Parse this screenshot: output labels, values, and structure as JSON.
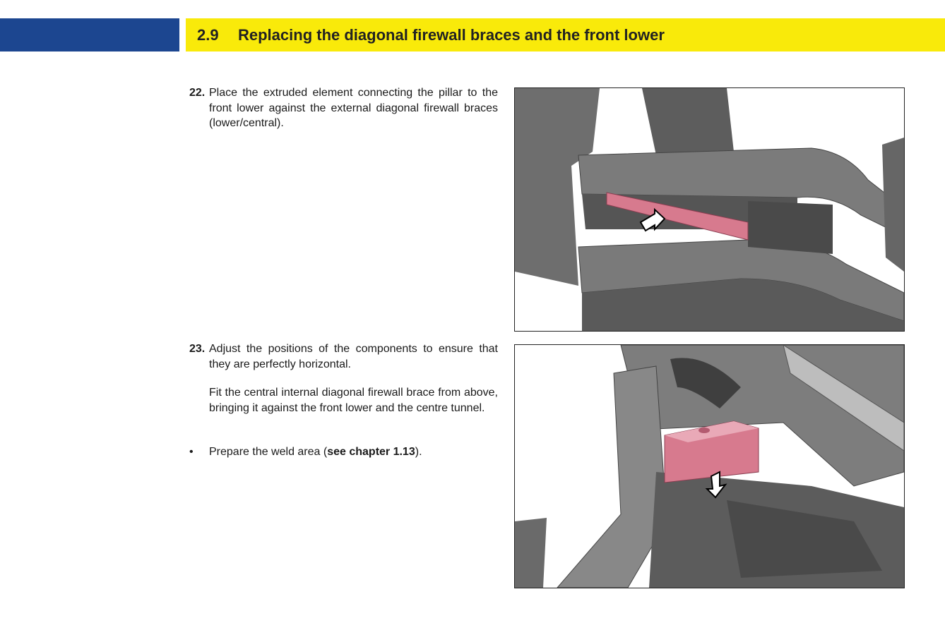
{
  "header": {
    "section_number": "2.9",
    "section_title": "Replacing the diagonal firewall braces and the front lower"
  },
  "steps": [
    {
      "number": "22.",
      "paragraphs": [
        "Place the extruded element connecting the pillar to the front lower against the external diagonal firewall braces (lower/central)."
      ]
    },
    {
      "number": "23.",
      "paragraphs": [
        "Adjust the positions of the components to ensure that they are perfectly horizontal.",
        "Fit the central internal diagonal firewall brace from above, bringing it against the front lower and the centre tunnel."
      ]
    }
  ],
  "bullet": {
    "symbol": "•",
    "text_before": "Prepare the weld area (",
    "bold": "see chapter 1.13",
    "text_after": ")."
  },
  "colors": {
    "blue": "#1c4690",
    "yellow": "#f9ea0a",
    "highlight": "#d77a8e"
  }
}
